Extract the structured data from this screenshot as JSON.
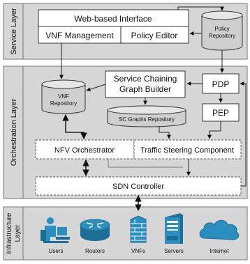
{
  "layers": {
    "service": "Service Layer",
    "orchestration": "Orchestration Layer",
    "infrastructure": "Infrastructure Layer"
  },
  "service_layer": {
    "web_interface": "Web-based Interface",
    "vnf_management": "VNF Management",
    "policy_editor": "Policy Editor",
    "policy_repository": [
      "Policy",
      "Repository"
    ]
  },
  "orchestration_layer": {
    "vnf_repository": [
      "VNF",
      "Repository"
    ],
    "sc_graph_builder": [
      "Service Chaining",
      "Graph Builder"
    ],
    "sc_graphs_repository": "SC Graphs Repository",
    "pdp": "PDP",
    "pep": "PEP",
    "nfv_orchestrator": "NFV Orchestrator",
    "traffic_steering": "Traffic Steering Component",
    "sdn_controller": "SDN Controller"
  },
  "infrastructure_layer": {
    "users": "Users",
    "routers": "Routers",
    "vnfs": "VNFs",
    "servers": "Servers",
    "internet": "Internet"
  },
  "colors": {
    "layer_fill": "#d6d6d6",
    "box_fill": "#ffffff",
    "cylinder_fill": "#cfcfcf",
    "icon_blue": "#2a8fbf",
    "line": "#333333"
  }
}
